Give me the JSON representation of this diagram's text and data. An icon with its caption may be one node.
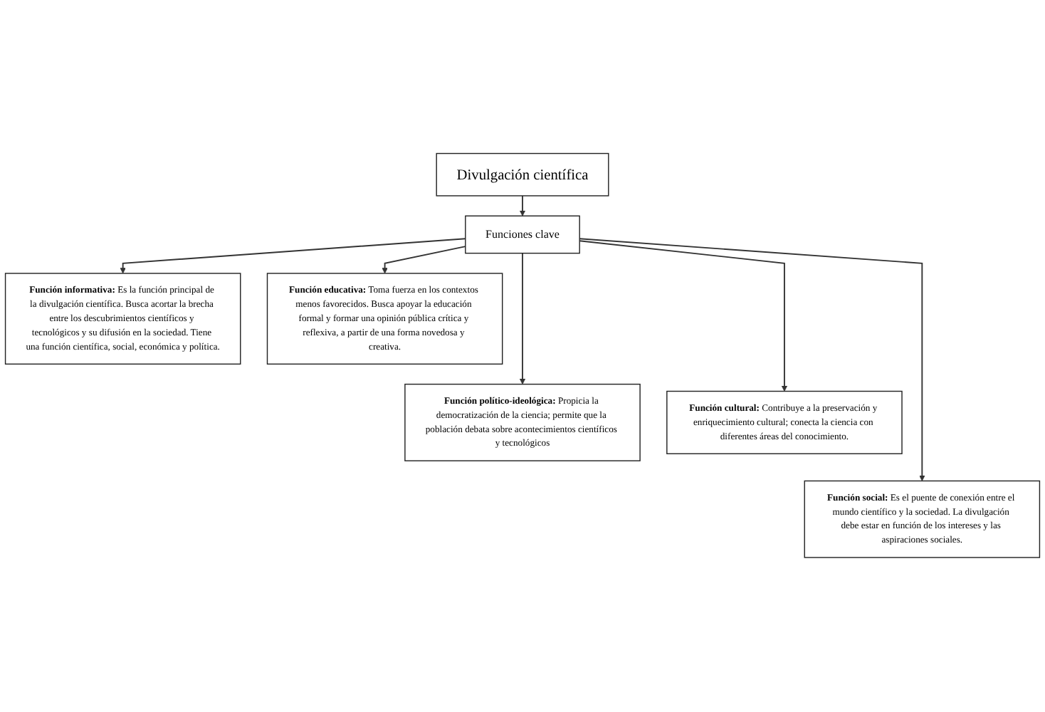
{
  "diagram": {
    "nodes": [
      {
        "text": [
          "Divulgación científica"
        ]
      },
      {
        "text": [
          "Funciones clave"
        ]
      },
      {
        "text": [
          "**Función informativa:** Es la función principal de la divulgación científica. Busca acortar la brecha entre los descubrimientos científicos y tecnológicos y su difusión en la sociedad. Tiene una función científica, social, económica y política."
        ]
      },
      {
        "text": [
          "**Función educativa:** Toma fuerza en los contextos menos favorecidos. Busca apoyar la educación formal y formar una opinión pública crítica y reflexiva, a partir de una forma novedosa y creativa."
        ]
      },
      {
        "text": [
          "**Función político-ideológica:** Propicia la democratización de la ciencia; permite que la población debata sobre acontecimientos científicos y tecnológicos"
        ]
      },
      {
        "text": [
          "**Función cultural:** Contribuye a la preservación y enriquecimiento cultural; conecta la ciencia con diferentes áreas del conocimiento."
        ]
      },
      {
        "text": [
          "**Función social:** Es el puente de conexión entre el mundo científico y la sociedad. La divulgación debe estar en función de los intereses y las aspiraciones sociales."
        ]
      }
    ],
    "edges": [
      {
        "from": 0,
        "to": 1,
        "arrow": "to"
      },
      {
        "from": 1,
        "to": 2,
        "arrow": "to"
      },
      {
        "from": 1,
        "to": 3,
        "arrow": "to"
      },
      {
        "from": 1,
        "to": 4,
        "arrow": "to"
      },
      {
        "from": 1,
        "to": 5,
        "arrow": "to"
      },
      {
        "from": 1,
        "to": 6,
        "arrow": "to"
      }
    ]
  }
}
